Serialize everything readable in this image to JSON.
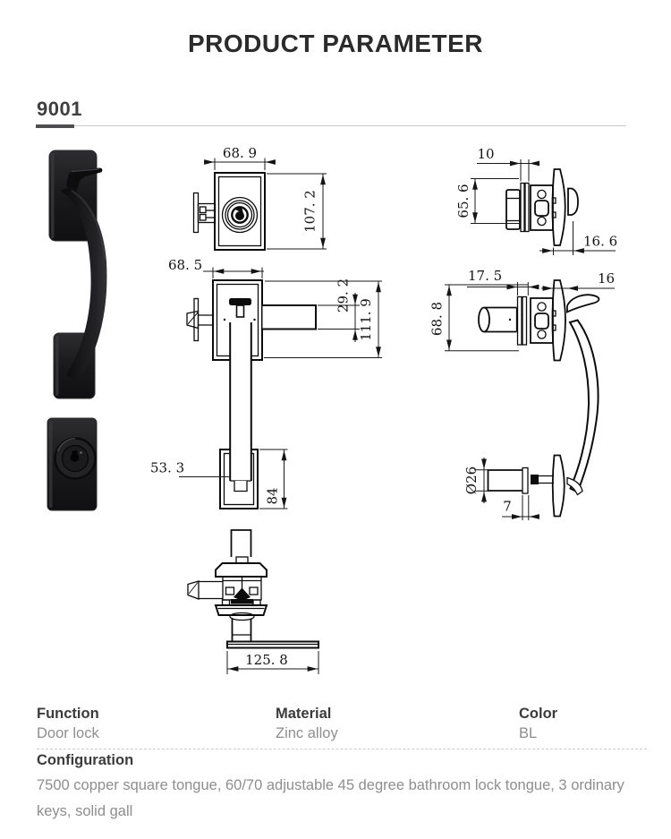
{
  "header": {
    "title": "PRODUCT PARAMETER",
    "model": "9001"
  },
  "drawings": {
    "deadbolt_front": {
      "width": "68. 9",
      "height": "107. 2"
    },
    "handleset_front": {
      "width": "68. 5",
      "grip_bar_height": "29. 2",
      "plate_height": "111. 9",
      "grip_width": "53. 3",
      "bracket_height": "84"
    },
    "handleset_top": {
      "base_length": "125. 8"
    },
    "deadbolt_side": {
      "latch_depth": "10",
      "body_height": "65. 6",
      "plate_depth": "16. 6"
    },
    "handleset_side": {
      "latch_depth": "17. 5",
      "plate_depth": "16",
      "body_height": "68. 8"
    },
    "handle_bottom_side": {
      "cylinder_diameter": "Ø26",
      "cap_depth": "7"
    }
  },
  "specs": [
    {
      "label": "Function",
      "value": "Door lock"
    },
    {
      "label": "Material",
      "value": "Zinc alloy"
    },
    {
      "label": "Color",
      "value": "BL"
    }
  ],
  "configuration": {
    "label": "Configuration",
    "value": "7500 copper square tongue, 60/70 adjustable 45 degree bathroom lock tongue, 3 ordinary keys, solid gall"
  },
  "colors": {
    "ink": "#0c0c0c",
    "label_text": "#3b3b3b",
    "value_text": "#8e8e8e",
    "product_black": "#1b1b1d",
    "divider": "#cccccc"
  }
}
